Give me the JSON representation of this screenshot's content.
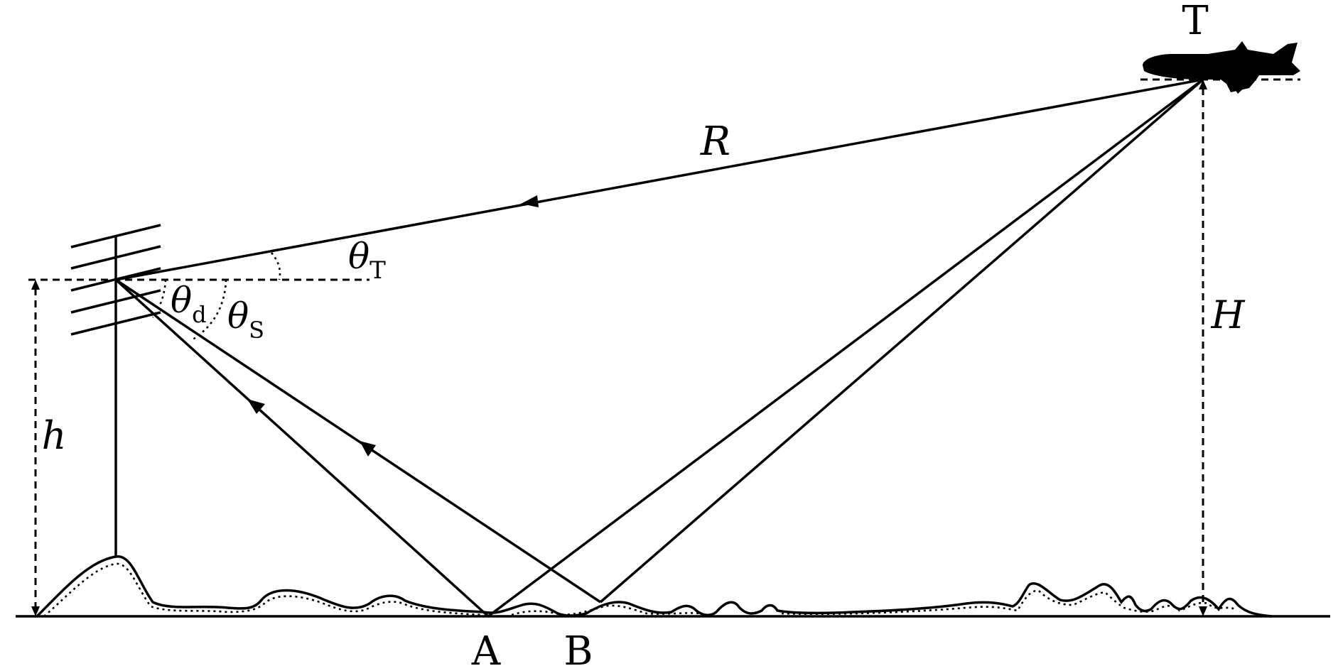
{
  "labels": {
    "target": "T",
    "range": "R",
    "theta": "θ",
    "sub_T": "T",
    "sub_d": "d",
    "sub_S": "S",
    "antenna_height": "h",
    "target_height": "H",
    "point_a": "A",
    "point_b": "B"
  },
  "icons": {
    "aircraft": "airplane-icon",
    "antenna": "yagi-antenna-icon"
  }
}
